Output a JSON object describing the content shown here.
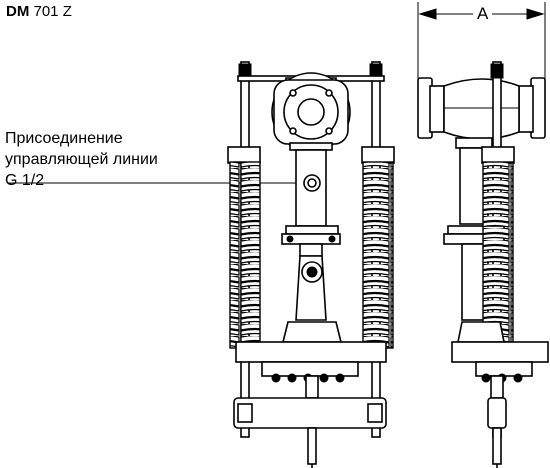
{
  "title": {
    "model_prefix": "DM",
    "model_suffix": "701 Z"
  },
  "callout": {
    "lines": [
      "Присоединение",
      "управляющей линии",
      "G 1/2"
    ]
  },
  "dimension": {
    "label": "A"
  }
}
